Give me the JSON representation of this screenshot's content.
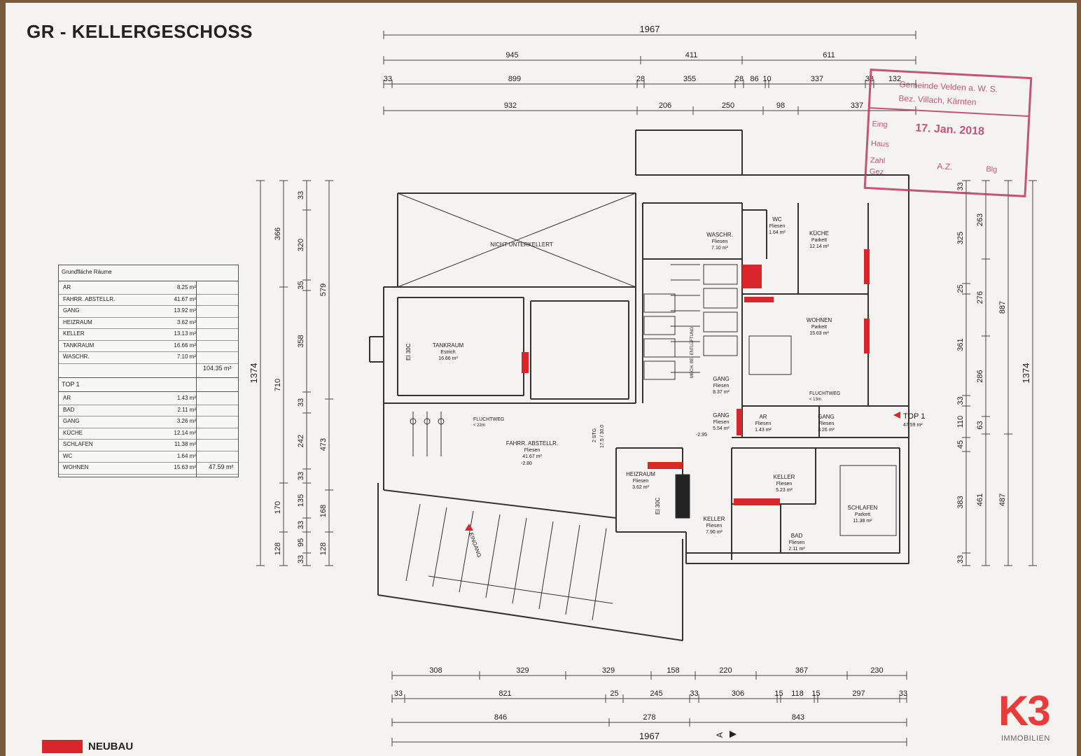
{
  "title": "GR - KELLERGESCHOSS",
  "table": {
    "header": "Grundfläche Räume",
    "general_rows": [
      {
        "name": "AR",
        "area": "8.25 m²"
      },
      {
        "name": "FAHRR. ABSTELLR.",
        "area": "41.67 m²"
      },
      {
        "name": "GANG",
        "area": "13.92 m²"
      },
      {
        "name": "HEIZRAUM",
        "area": "3.62 m²"
      },
      {
        "name": "KELLER",
        "area": "13.13 m²"
      },
      {
        "name": "TANKRAUM",
        "area": "16.66 m²"
      },
      {
        "name": "WASCHR.",
        "area": "7.10 m²"
      }
    ],
    "general_total": "104.35 m²",
    "top_label": "TOP 1",
    "top_rows": [
      {
        "name": "AR",
        "area": "1.43 m²"
      },
      {
        "name": "BAD",
        "area": "2.11 m²"
      },
      {
        "name": "GANG",
        "area": "3.26 m²"
      },
      {
        "name": "KÜCHE",
        "area": "12.14 m²"
      },
      {
        "name": "SCHLAFEN",
        "area": "11.38 m²"
      },
      {
        "name": "WC",
        "area": "1.64 m²"
      },
      {
        "name": "WOHNEN",
        "area": "15.63 m²"
      }
    ],
    "top_total": "47.59 m²"
  },
  "legend": {
    "color": "#d8262b",
    "label": "NEUBAU"
  },
  "logo": {
    "mark": "K3",
    "sub": "IMMOBILIEN"
  },
  "stamp": {
    "line1": "Gemeinde Velden a. W. S.",
    "line2": "Bez. Villach, Kärnten",
    "eing": "Eing",
    "date": "17. Jan. 2018",
    "haus": "Haus",
    "zahl": "Zahl",
    "gez": "Gez",
    "az": "A.Z.",
    "blg": "Blg"
  },
  "dims": {
    "top_total": "1967",
    "top_row1": [
      "945",
      "411",
      "611"
    ],
    "top_row2": [
      "33",
      "899",
      "28",
      "355",
      "28",
      "86",
      "10",
      "337",
      "33",
      "132"
    ],
    "top_row3": [
      "932",
      "206",
      "250",
      "98",
      "337"
    ],
    "bottom_row1": [
      "308",
      "329",
      "329",
      "158",
      "220",
      "367",
      "230"
    ],
    "bottom_row2": [
      "33",
      "821",
      "25",
      "245",
      "33",
      "306",
      "15",
      "118",
      "15",
      "297",
      "33"
    ],
    "bottom_row3": [
      "846",
      "278",
      "843"
    ],
    "bottom_total": "1967",
    "left_total": "1374",
    "left_a": [
      "366",
      "710",
      "170",
      "128"
    ],
    "left_b": [
      "33",
      "320",
      "35",
      "358",
      "33",
      "242",
      "33",
      "135",
      "33",
      "95",
      "33"
    ],
    "left_c": [
      "579",
      "473",
      "168",
      "128"
    ],
    "right_total": "1374",
    "right_a": [
      "887",
      "487"
    ],
    "right_b": [
      "263",
      "276",
      "286",
      "63",
      "461"
    ],
    "right_c": [
      "33",
      "325",
      "25",
      "361",
      "33",
      "110",
      "45",
      "383",
      "33"
    ]
  },
  "rooms": [
    {
      "name": "NICHT UNTERKELLERT",
      "line2": "",
      "area": ""
    },
    {
      "name": "TANKRAUM",
      "line2": "Estrich",
      "area": "16.66 m²"
    },
    {
      "name": "FAHRR. ABSTELLR.",
      "line2": "Fliesen",
      "area": "41.67 m²"
    },
    {
      "name": "WASCHR.",
      "line2": "Fliesen",
      "area": "7.10 m²"
    },
    {
      "name": "WC",
      "line2": "Fliesen",
      "area": "1.64 m²"
    },
    {
      "name": "KÜCHE",
      "line2": "Parkett",
      "area": "12.14 m²"
    },
    {
      "name": "WOHNEN",
      "line2": "Parkett",
      "area": "15.63 m²"
    },
    {
      "name": "GANG",
      "line2": "Fliesen",
      "area": "8.37 m²"
    },
    {
      "name": "GANG",
      "line2": "Fliesen",
      "area": "5.54 m²"
    },
    {
      "name": "AR",
      "line2": "Fliesen",
      "area": "1.43 m²"
    },
    {
      "name": "GANG",
      "line2": "Fliesen",
      "area": "3.26 m²"
    },
    {
      "name": "HEIZRAUM",
      "line2": "Fliesen",
      "area": "3.62 m²"
    },
    {
      "name": "KELLER",
      "line2": "Fliesen",
      "area": "5.23 m²"
    },
    {
      "name": "KELLER",
      "line2": "Fliesen",
      "area": "7.90 m²"
    },
    {
      "name": "BAD",
      "line2": "Fliesen",
      "area": "2.11 m²"
    },
    {
      "name": "SCHLAFEN",
      "line2": "Parkett",
      "area": "11.38 m²"
    }
  ],
  "labels": {
    "top1": "TOP 1",
    "top1_area": "47.59 m²",
    "eingang": "EINGANG",
    "fluchtweg1": "FLUCHTWEG",
    "fluchtweg1_sub": "< 22m",
    "fluchtweg2": "FLUCHTWEG",
    "fluchtweg2_sub": "< 13m",
    "ei30c_a": "EI 30C",
    "ei30c_b": "EI 30C",
    "stg": "2 STG",
    "stg_sub": "17.5 / 30.0",
    "lev1": "-2.80",
    "lev2": "-2.95",
    "vent": "MECH. BE- ENTLÜFTUNG",
    "section": "A"
  }
}
